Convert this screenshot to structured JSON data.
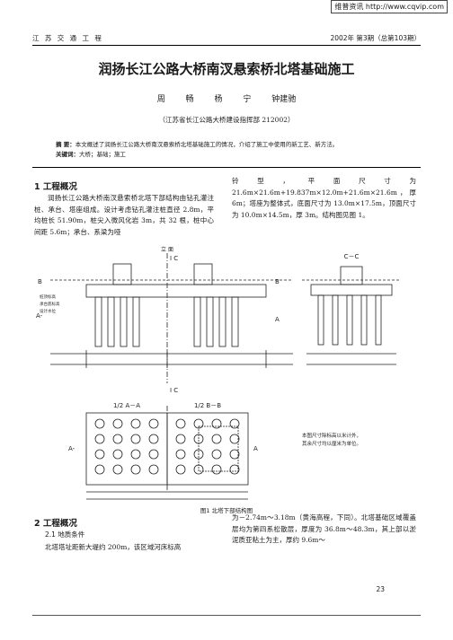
{
  "watermark": "维普资讯 http://www.cqvip.com",
  "header": {
    "journal": "江 苏 交 通 工 程",
    "issue": "2002年 第3期（总第103期）"
  },
  "article": {
    "title": "润扬长江公路大桥南汊悬索桥北塔基础施工",
    "authors": "周 畅 杨 宁 钟建驰",
    "affiliation": "（江苏省长江公路大桥建设指挥部 212002）",
    "abstract_label": "摘 要：",
    "abstract_text": "本文概述了润扬长江公路大桥南汊悬索桥北塔基础施工的情况，介绍了施工中使用的新工艺、新方法。",
    "keywords_label": "关键词：",
    "keywords_text": "大桥；基础；施工"
  },
  "section1": {
    "heading": "1 工程概况",
    "left_text": "润扬长江公路大桥南汊悬索桥北塔下部结构由钻孔灌注桩、承台、塔座组成。设计考虑钻孔灌注桩直径 2.8m，平均桩长 51.90m，桩尖入微风化岩 3m，共 32 根，桩中心间距 5.6m；承台、系梁为哑",
    "right_text": "铃型，平面尺寸为 21.6m×21.6m+19.837m×12.0m+21.6m×21.6m，厚 6m；塔座为整体式，底面尺寸为 13.0m×17.5m，顶面尺寸为 10.0m×14.5m，厚 3m。结构图见图 1。"
  },
  "figure": {
    "caption": "图1 北塔下部结构图",
    "label_top_center": "立 面",
    "label_c_top": "I C",
    "label_c_bottom": "I C",
    "label_b_left": "B",
    "label_b_right": "B",
    "label_a_left": "A-",
    "label_a_right": "A",
    "label_cc": "C－C",
    "label_half_a": "1/2 A－A",
    "label_half_b": "1/2 B－B",
    "note_line1": "本图尺寸除标高以米计外，",
    "note_line2": "其余尺寸均以厘米为单位。",
    "small_left1": "桩顶标高",
    "small_left2": "承台底标高",
    "small_left3": "设计水位"
  },
  "section2": {
    "heading": "2 工程概况",
    "sub": "2.1 地质条件",
    "left_text": "北塔塔址距新大堤约 200m，该区域河床标高",
    "right_text": "为－2.74m～3.18m（黄海高程，下同）。北塔基础区域覆盖层均为第四系松散层，厚度为 36.8m～48.3m，其上部以淤泥质亚粘土为主，厚约 9.6m～"
  },
  "page_number": "23"
}
